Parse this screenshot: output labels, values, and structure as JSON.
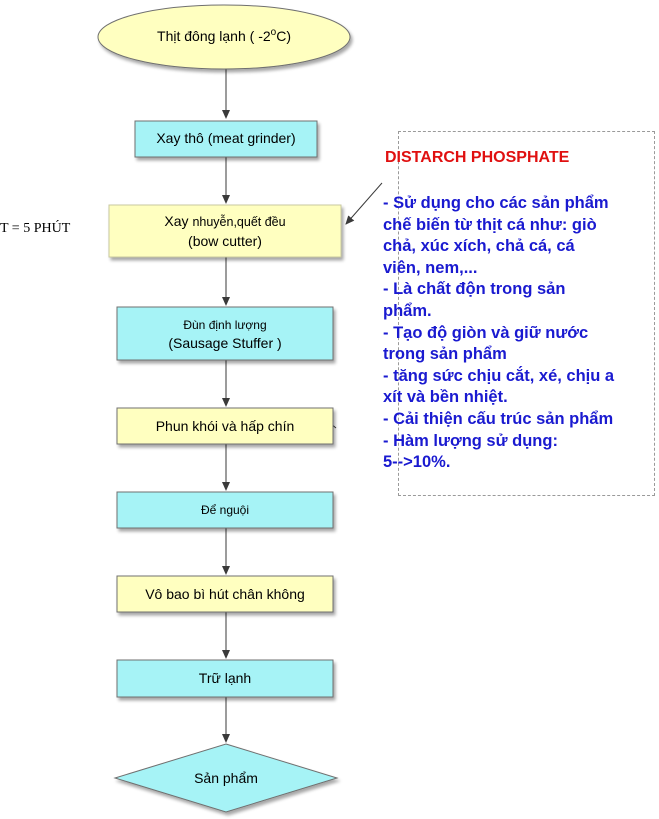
{
  "flow": {
    "start": {
      "line1": "Thịt đông lạnh ( -2",
      "sup": "o",
      "line2": "C)"
    },
    "steps": [
      {
        "id": "xay-tho",
        "line1": "Xay thô (meat grinder)",
        "line2": ""
      },
      {
        "id": "xay-nhuyen",
        "line1a": "Xay ",
        "line1b": "nhuyễn,quết đều",
        "line2": "(bow cutter)"
      },
      {
        "id": "dun-dinh-luong",
        "line1": "Đùn định lượng",
        "line2": "(Sausage Stuffer )"
      },
      {
        "id": "phun-khoi",
        "line1": "Phun khói và hấp chín",
        "line2": ""
      },
      {
        "id": "de-nguoi",
        "line1": "Để nguội",
        "line2": ""
      },
      {
        "id": "vo-bao-bi",
        "line1": "Vô bao bì hút chân không",
        "line2": ""
      },
      {
        "id": "tru-lanh",
        "line1": "Trữ lạnh",
        "line2": ""
      }
    ],
    "end": {
      "label": "Sản phẩm"
    }
  },
  "side_label": "T = 5 PHÚT",
  "note": {
    "title": "DISTARCH PHOSPHATE",
    "lines": [
      "- Sử dụng cho các sản phẩm",
      "chế biến từ thịt cá như: giò",
      "chả, xúc xích, chả cá, cá",
      "viên, nem,...",
      "- Là chất độn trong sản",
      "phẩm.",
      "- Tạo độ giòn và giữ nước",
      "trong sản phẩm",
      "- tăng sức chịu cắt, xé, chịu a",
      "xít và bền nhiệt.",
      "- Cải thiện cấu trúc sản phẩm",
      "- Hàm lượng sử dụng:",
      "5-->10%."
    ]
  },
  "colors": {
    "yellow_fill": "#ffffc0",
    "cyan_fill": "#a6f3f6",
    "node_border": "#6f6f6f",
    "title_red": "#e01010",
    "body_blue": "#1a1ad0"
  }
}
